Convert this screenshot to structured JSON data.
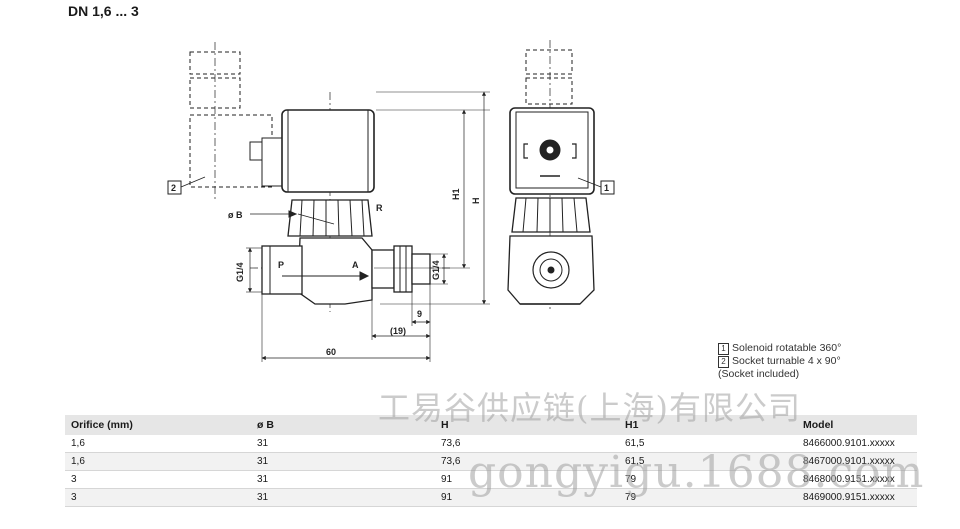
{
  "title": "DN 1,6 ... 3",
  "drawing": {
    "labels": {
      "diameter_b": "ø B",
      "r": "R",
      "p": "P",
      "a": "A",
      "thread_left": "G1/4",
      "thread_right": "G1/4",
      "h1": "H1",
      "h": "H",
      "dim_9": "9",
      "dim_19": "(19)",
      "dim_60": "60",
      "callout_1": "1",
      "callout_2": "2"
    }
  },
  "notes": [
    {
      "num": "1",
      "text": "Solenoid rotatable 360°"
    },
    {
      "num": "2",
      "text": "Socket turnable 4 x 90°",
      "subtext": "(Socket included)"
    }
  ],
  "table": {
    "headers": [
      "Orifice (mm)",
      "ø B",
      "H",
      "H1",
      "Model"
    ],
    "rows": [
      [
        "1,6",
        "31",
        "73,6",
        "61,5",
        "8466000.9101.xxxxx"
      ],
      [
        "1,6",
        "31",
        "73,6",
        "61,5",
        "8467000.9101.xxxxx"
      ],
      [
        "3",
        "31",
        "91",
        "79",
        "8468000.9151.xxxxx"
      ],
      [
        "3",
        "31",
        "91",
        "79",
        "8469000.9151.xxxxx"
      ]
    ]
  },
  "watermark": {
    "line1": "工易谷供应链(上海)有限公司",
    "line2": "gongyigu.1688.com"
  }
}
